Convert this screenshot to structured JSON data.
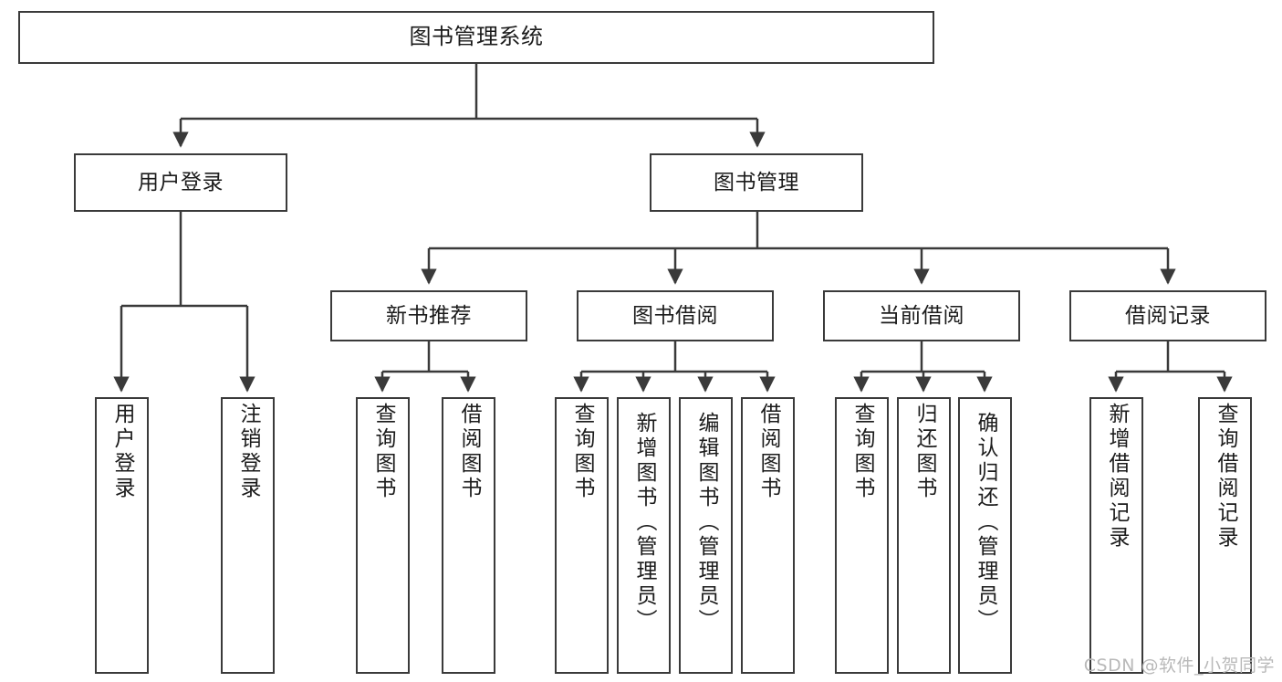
{
  "diagram": {
    "title": "图书管理系统",
    "type": "function-structure-tree",
    "root": {
      "label": "图书管理系统"
    },
    "level1": [
      {
        "label": "用户登录"
      },
      {
        "label": "图书管理"
      }
    ],
    "level2": [
      {
        "label": "新书推荐"
      },
      {
        "label": "图书借阅"
      },
      {
        "label": "当前借阅"
      },
      {
        "label": "借阅记录"
      }
    ],
    "leaves": {
      "user_login": [
        {
          "label": "用户登录"
        },
        {
          "label": "注销登录"
        }
      ],
      "new_book_recommend": [
        {
          "label": "查询图书"
        },
        {
          "label": "借阅图书"
        }
      ],
      "book_borrow": [
        {
          "label": "查询图书"
        },
        {
          "label": "新增图书（管理员）"
        },
        {
          "label": "编辑图书（管理员）"
        },
        {
          "label": "借阅图书"
        }
      ],
      "current_borrow": [
        {
          "label": "查询图书"
        },
        {
          "label": "归还图书"
        },
        {
          "label": "确认归还（管理员）"
        }
      ],
      "borrow_record": [
        {
          "label": "新增借阅记录"
        },
        {
          "label": "查询借阅记录"
        }
      ]
    }
  },
  "watermark": {
    "text": "CSDN @软件_小贺同学"
  },
  "colors": {
    "box_border": "#3a3a3a",
    "connector": "#3a3a3a",
    "text": "#1b1b1b",
    "background": "#ffffff",
    "watermark": "#b9b9b9"
  }
}
